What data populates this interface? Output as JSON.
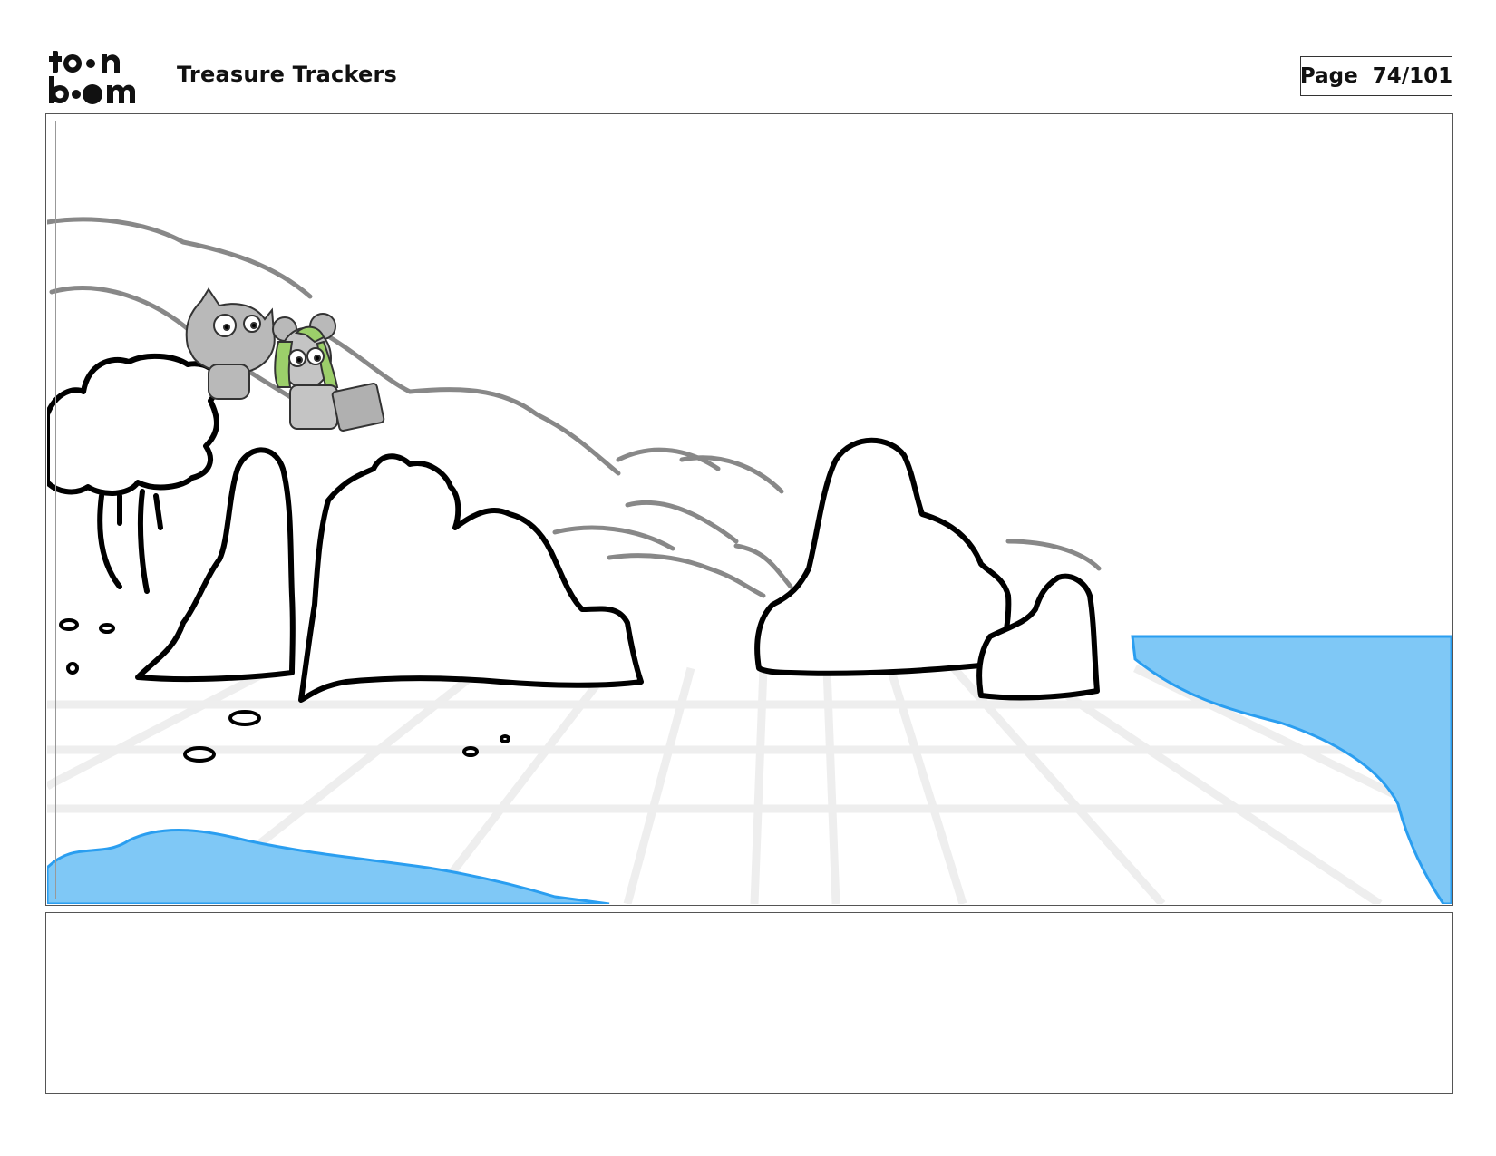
{
  "header": {
    "logo_line1": "toon",
    "logo_line2": "boom",
    "project_title": "Treasure Trackers",
    "page_label": "Page",
    "page_number": "74/101"
  },
  "panel": {
    "colors": {
      "water": "#7fc8f6",
      "water_edge": "#2a9ef0",
      "ink": "#000000",
      "pencil": "#888888",
      "grid": "#eeeeee",
      "hair": "#9ccf6a",
      "character": "#b9b9b9"
    }
  },
  "notes": {
    "text": ""
  }
}
